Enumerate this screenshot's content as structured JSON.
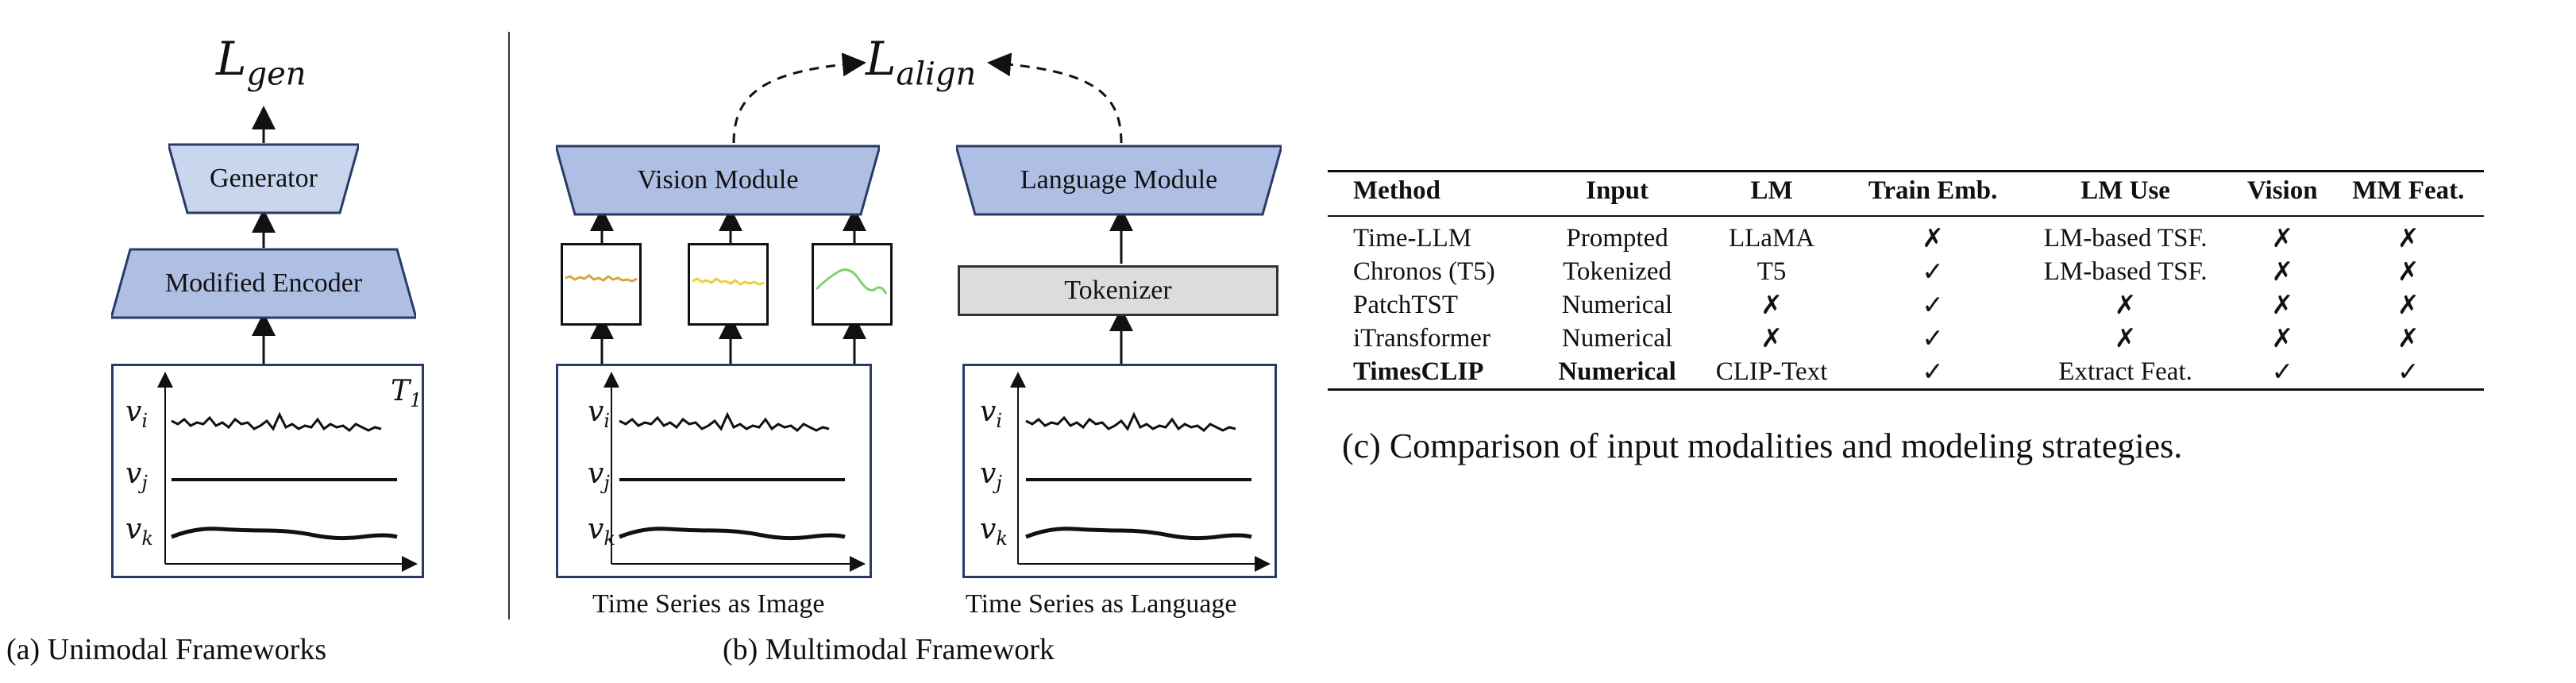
{
  "panel_a": {
    "loss_main": "L",
    "loss_sub": "gen",
    "generator_label": "Generator",
    "encoder_label": "Modified Encoder",
    "time_label_main": "T",
    "time_label_sub": "1",
    "var_i": "v",
    "var_i_sub": "i",
    "var_j": "v",
    "var_j_sub": "j",
    "var_k": "v",
    "var_k_sub": "k",
    "caption": "(a)  Unimodal Frameworks"
  },
  "panel_b": {
    "loss_main": "L",
    "loss_sub": "align",
    "vision_label": "Vision Module",
    "language_label": "Language Module",
    "tokenizer_label": "Tokenizer",
    "var_i": "v",
    "var_i_sub": "i",
    "var_j": "v",
    "var_j_sub": "j",
    "var_k": "v",
    "var_k_sub": "k",
    "subcaption_image": "Time Series as Image",
    "subcaption_language": "Time Series as Language",
    "caption": "(b)  Multimodal Framework",
    "colors": {
      "module_fill": "#aebfe3",
      "module_stroke": "#2b3a66",
      "tokenizer_fill": "#dcdcdc",
      "thumb1": "#d9a441",
      "thumb2": "#e8d23a",
      "thumb3": "#7fd36a"
    }
  },
  "panel_c": {
    "headers": [
      "Method",
      "Input",
      "LM",
      "Train Emb.",
      "LM Use",
      "Vision",
      "MM Feat."
    ],
    "rows": [
      [
        "Time-LLM",
        "Prompted",
        "LLaMA",
        "✗",
        "LM-based TSF.",
        "✗",
        "✗"
      ],
      [
        "Chronos (T5)",
        "Tokenized",
        "T5",
        "✓",
        "LM-based TSF.",
        "✗",
        "✗"
      ],
      [
        "PatchTST",
        "Numerical",
        "✗",
        "✓",
        "✗",
        "✗",
        "✗"
      ],
      [
        "iTransformer",
        "Numerical",
        "✗",
        "✓",
        "✗",
        "✗",
        "✗"
      ],
      [
        "TimesCLIP",
        "Numerical",
        "CLIP-Text",
        "✓",
        "Extract Feat.",
        "✓",
        "✓"
      ]
    ],
    "caption": "(c) Comparison of input modalities and modeling strategies."
  }
}
